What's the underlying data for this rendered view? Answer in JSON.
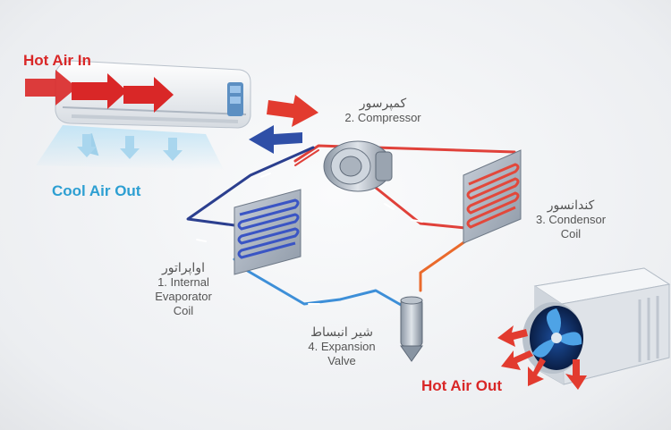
{
  "labels": {
    "hot_air_in": "Hot Air In",
    "cool_air_out": "Cool Air Out",
    "hot_air_out": "Hot Air Out",
    "compressor_fa": "کمپرسور",
    "compressor_en": "2. Compressor",
    "condenser_fa": "کندانسور",
    "condenser_en_1": "3. Condensor",
    "condenser_en_2": "Coil",
    "evaporator_fa": "اواپراتور",
    "evaporator_en_1": "1. Internal",
    "evaporator_en_2": "Evaporator",
    "evaporator_en_3": "Coil",
    "valve_fa": "شیر انبساط",
    "valve_en_1": "4. Expansion",
    "valve_en_2": "Valve"
  },
  "colors": {
    "hot": "#d92727",
    "cool": "#2d9fd2",
    "hot_pipe": "#e0413a",
    "cold_pipe": "#2b3f8f",
    "liquid_pipe": "#3d8fd8"
  }
}
